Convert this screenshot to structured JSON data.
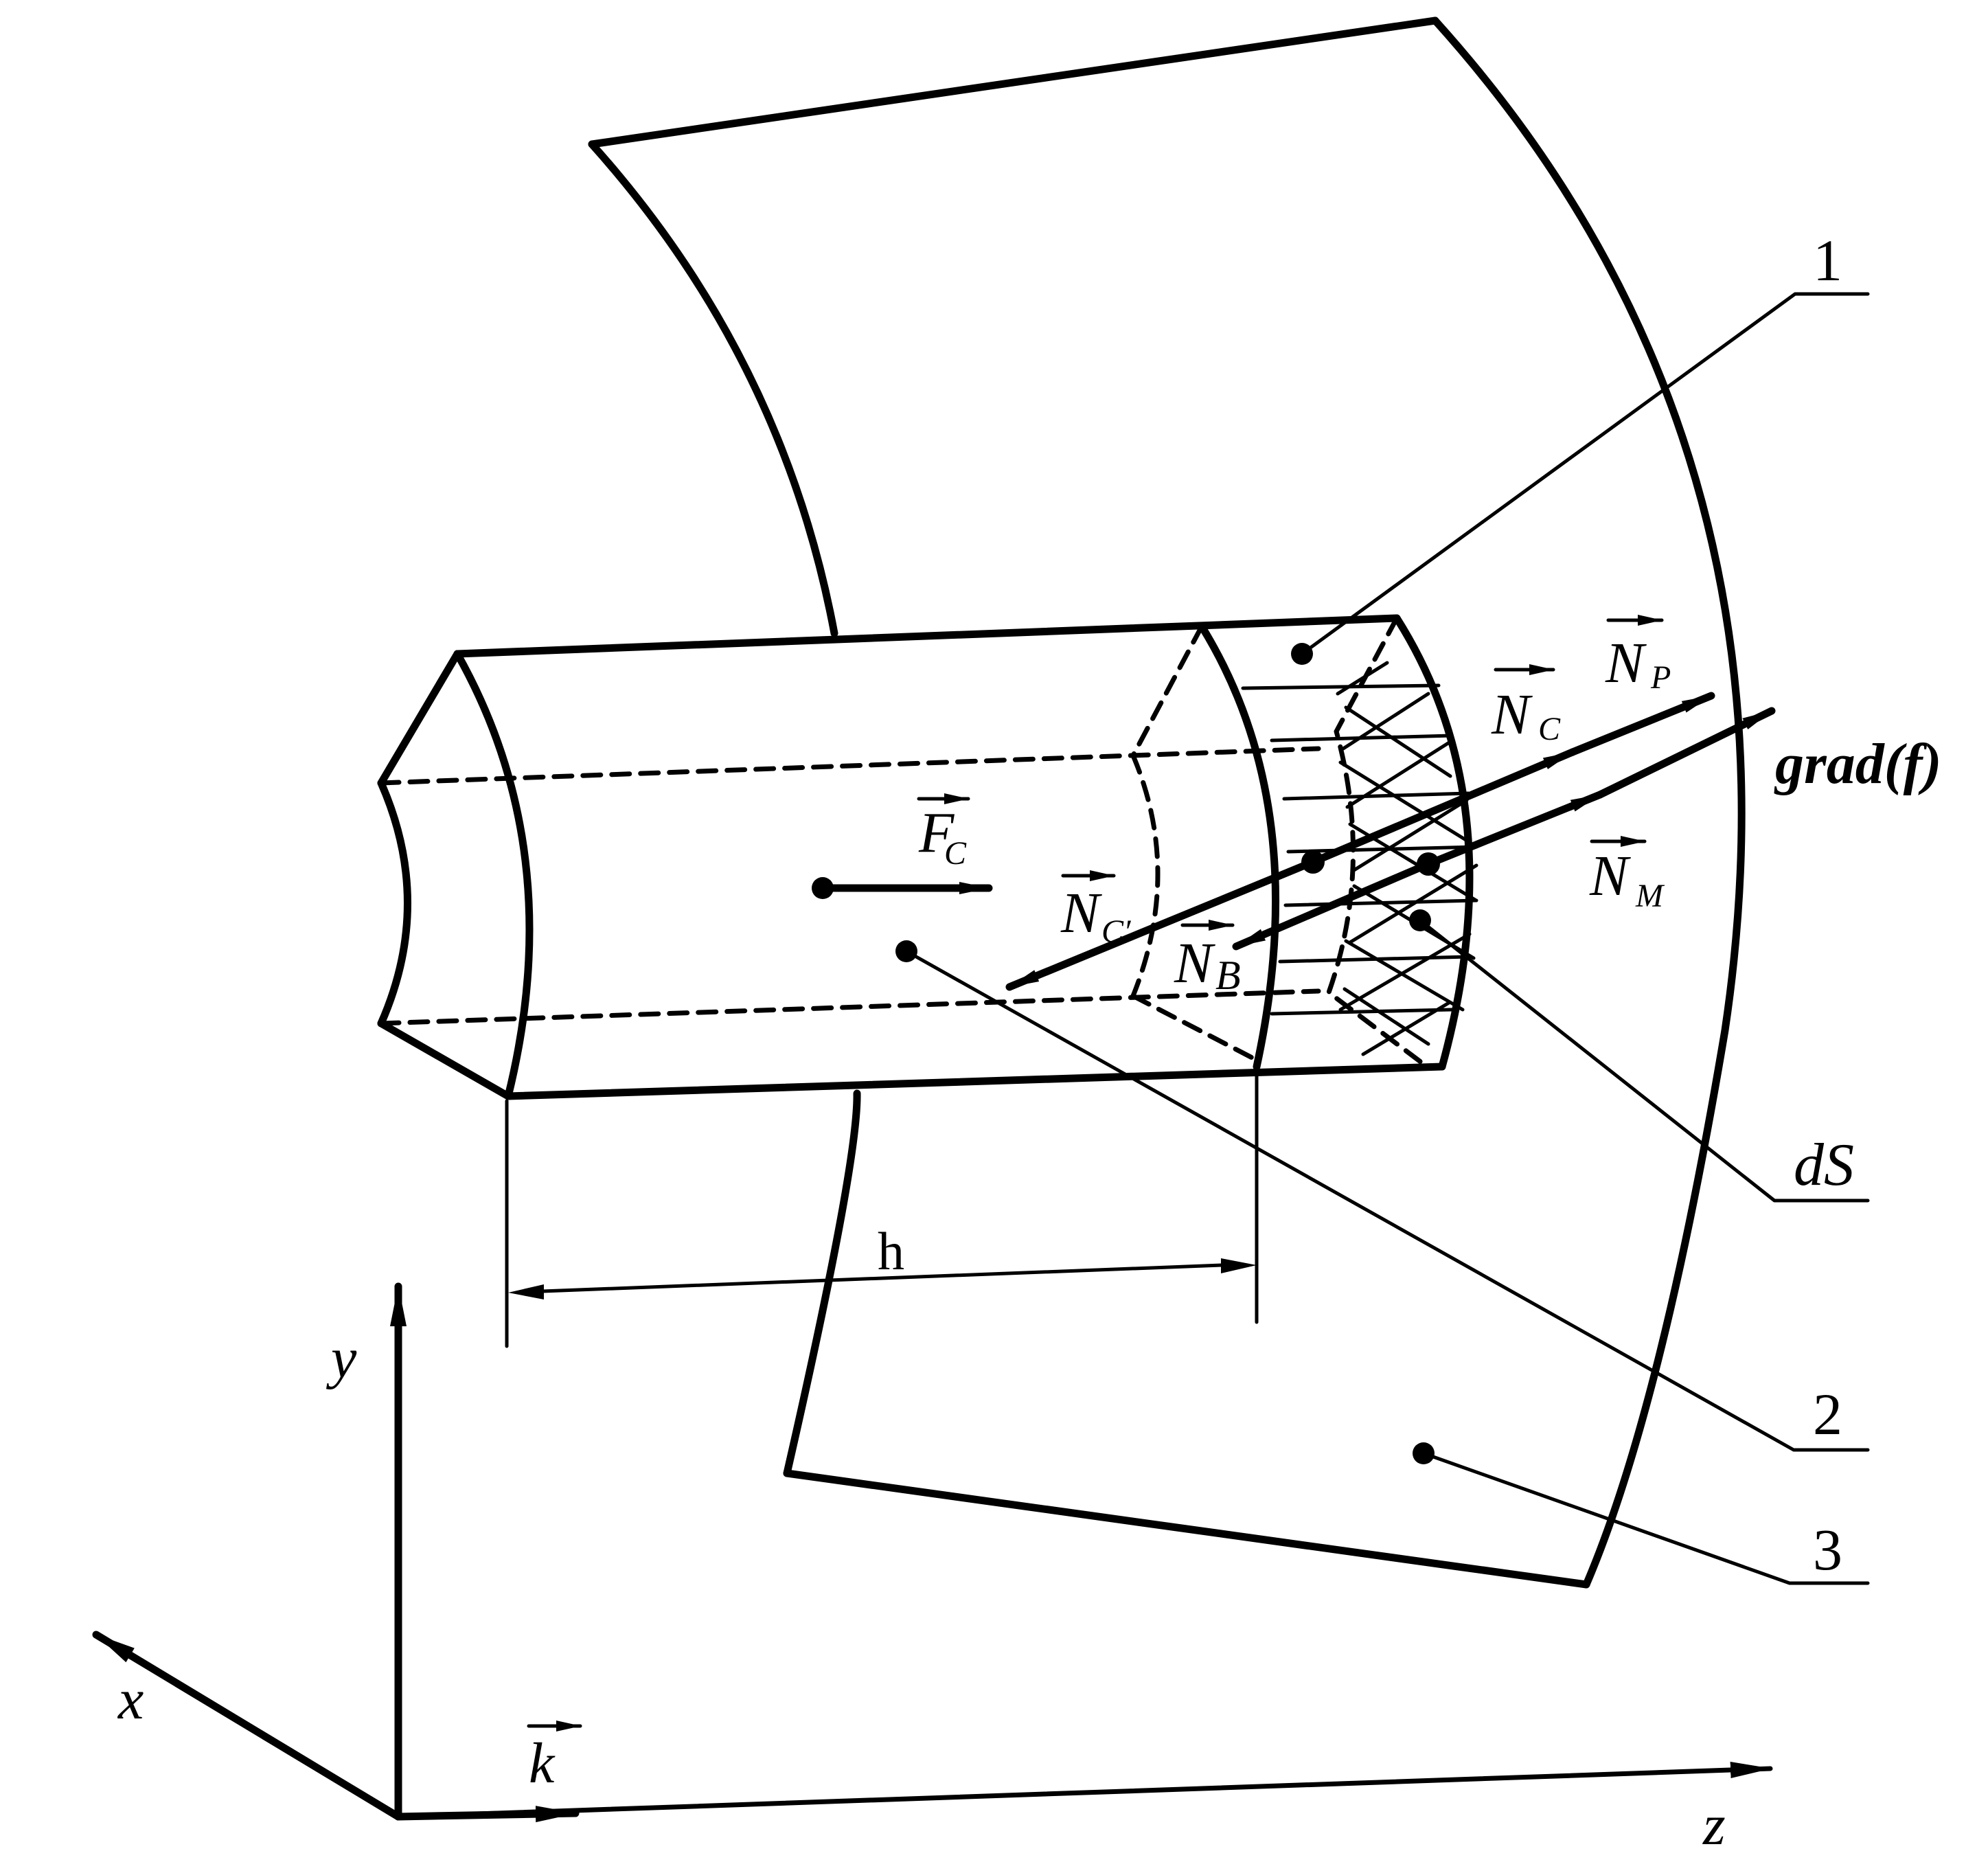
{
  "labels": {
    "callout_1": "1",
    "callout_2": "2",
    "callout_3": "3",
    "callout_ds": "dS",
    "force_main": "F",
    "force_sub": "C",
    "normal_c_prime_main": "N",
    "normal_c_prime_sub": "C′",
    "normal_b_main": "N",
    "normal_b_sub": "B",
    "normal_c_main": "N",
    "normal_c_sub": "C",
    "normal_p_main": "N",
    "normal_p_sub": "P",
    "normal_m_main": "N",
    "normal_m_sub": "M",
    "gradient": "grad(f)",
    "height": "h",
    "axis_x": "x",
    "axis_y": "y",
    "axis_z": "z",
    "unit_vector_k": "k"
  },
  "colors": {
    "ink": "#000000",
    "background": "#ffffff"
  }
}
